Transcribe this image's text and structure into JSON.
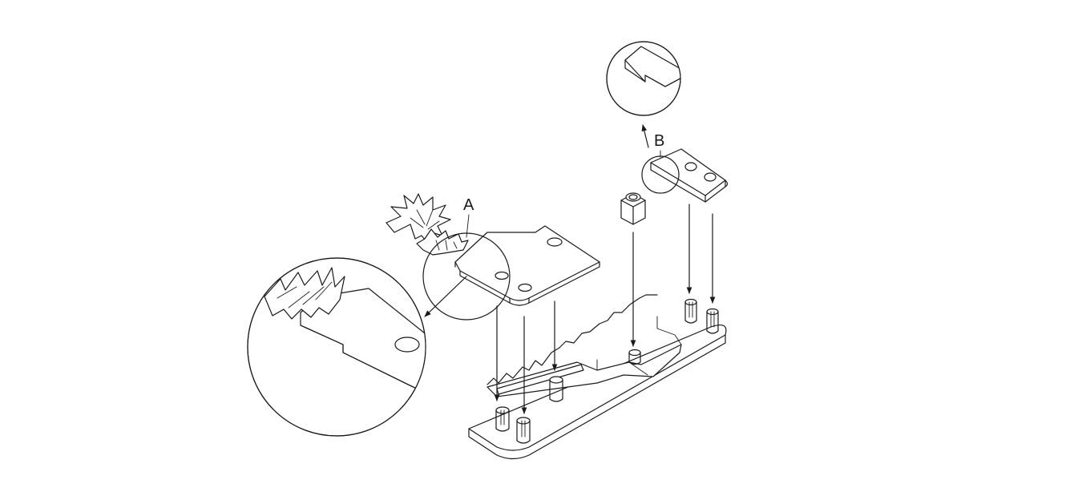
{
  "diagram": {
    "callouts": [
      {
        "id": "A",
        "label": "A"
      },
      {
        "id": "B",
        "label": "B"
      }
    ],
    "colors": {
      "line": "#1a1a1a",
      "background": "#ffffff"
    },
    "icons": [
      "palm-tree-icon"
    ]
  }
}
